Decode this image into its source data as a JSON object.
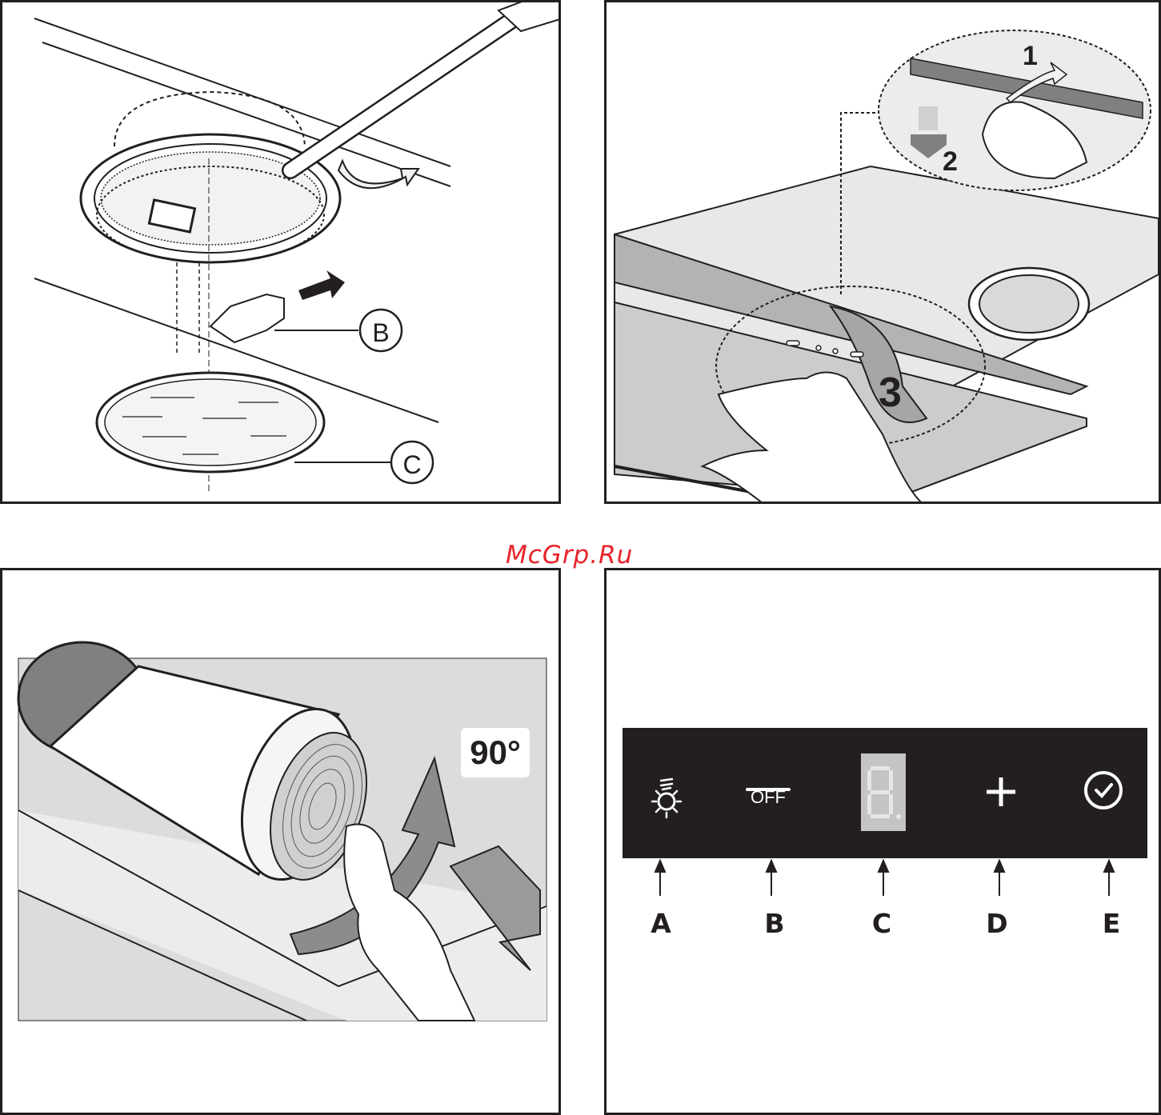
{
  "watermark": "McGrp.Ru",
  "panel1": {
    "callout_b": "B",
    "callout_c": "C"
  },
  "panel2": {
    "step_1": "1",
    "step_2": "2",
    "step_3": "3"
  },
  "panel3": {
    "angle_label": "90°"
  },
  "panel4": {
    "display_digit": "8.",
    "off_label": "OFF",
    "buttons": [
      {
        "letter": "A",
        "icon": "light-icon"
      },
      {
        "letter": "B",
        "icon": "off-icon"
      },
      {
        "letter": "C",
        "icon": "display-icon"
      },
      {
        "letter": "D",
        "icon": "plus-icon"
      },
      {
        "letter": "E",
        "icon": "timer-icon"
      }
    ]
  }
}
